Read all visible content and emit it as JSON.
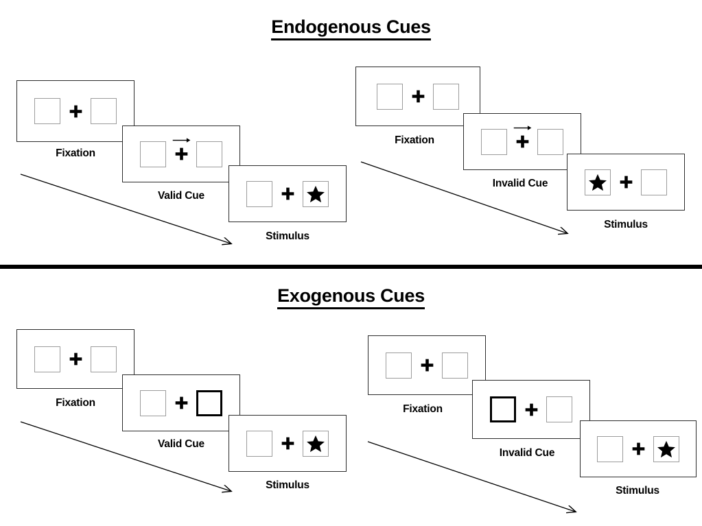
{
  "figure": {
    "title_top": "Endogenous Cues",
    "title_bottom": "Exogenous Cues",
    "colors": {
      "ink": "#000000",
      "panel_border": "#2b2b2b",
      "box_border": "#9b9b9b",
      "cued_box_border": "#000000",
      "background": "#ffffff"
    }
  },
  "sections": [
    {
      "id": "endogenous",
      "title": "Endogenous Cues",
      "cue_type": "central arrow",
      "sequences": [
        {
          "id": "endogenous-valid",
          "validity": "valid",
          "frames": [
            {
              "label": "Fixation",
              "left_box": {
                "cued": false,
                "star": false
              },
              "right_box": {
                "cued": false,
                "star": false
              },
              "arrow": "none"
            },
            {
              "label": "Valid Cue",
              "left_box": {
                "cued": false,
                "star": false
              },
              "right_box": {
                "cued": false,
                "star": false
              },
              "arrow": "right"
            },
            {
              "label": "Stimulus",
              "left_box": {
                "cued": false,
                "star": false
              },
              "right_box": {
                "cued": false,
                "star": true
              },
              "arrow": "none"
            }
          ]
        },
        {
          "id": "endogenous-invalid",
          "validity": "invalid",
          "frames": [
            {
              "label": "Fixation",
              "left_box": {
                "cued": false,
                "star": false
              },
              "right_box": {
                "cued": false,
                "star": false
              },
              "arrow": "none"
            },
            {
              "label": "Invalid Cue",
              "left_box": {
                "cued": false,
                "star": false
              },
              "right_box": {
                "cued": false,
                "star": false
              },
              "arrow": "right"
            },
            {
              "label": "Stimulus",
              "left_box": {
                "cued": false,
                "star": true
              },
              "right_box": {
                "cued": false,
                "star": false
              },
              "arrow": "none"
            }
          ]
        }
      ]
    },
    {
      "id": "exogenous",
      "title": "Exogenous Cues",
      "cue_type": "peripheral box flash",
      "sequences": [
        {
          "id": "exogenous-valid",
          "validity": "valid",
          "frames": [
            {
              "label": "Fixation",
              "left_box": {
                "cued": false,
                "star": false
              },
              "right_box": {
                "cued": false,
                "star": false
              },
              "arrow": "none"
            },
            {
              "label": "Valid Cue",
              "left_box": {
                "cued": false,
                "star": false
              },
              "right_box": {
                "cued": true,
                "star": false
              },
              "arrow": "none"
            },
            {
              "label": "Stimulus",
              "left_box": {
                "cued": false,
                "star": false
              },
              "right_box": {
                "cued": false,
                "star": true
              },
              "arrow": "none"
            }
          ]
        },
        {
          "id": "exogenous-invalid",
          "validity": "invalid",
          "frames": [
            {
              "label": "Fixation",
              "left_box": {
                "cued": false,
                "star": false
              },
              "right_box": {
                "cued": false,
                "star": false
              },
              "arrow": "none"
            },
            {
              "label": "Invalid Cue",
              "left_box": {
                "cued": true,
                "star": false
              },
              "right_box": {
                "cued": false,
                "star": false
              },
              "arrow": "none"
            },
            {
              "label": "Stimulus",
              "left_box": {
                "cued": false,
                "star": false
              },
              "right_box": {
                "cued": false,
                "star": true
              },
              "arrow": "none"
            }
          ]
        }
      ]
    }
  ],
  "time_arrows": [
    {
      "id": "endogenous-valid-time-arrow",
      "direction": "down-right"
    },
    {
      "id": "endogenous-invalid-time-arrow",
      "direction": "down-right"
    },
    {
      "id": "exogenous-valid-time-arrow",
      "direction": "down-right"
    },
    {
      "id": "exogenous-invalid-time-arrow",
      "direction": "down-right"
    }
  ]
}
